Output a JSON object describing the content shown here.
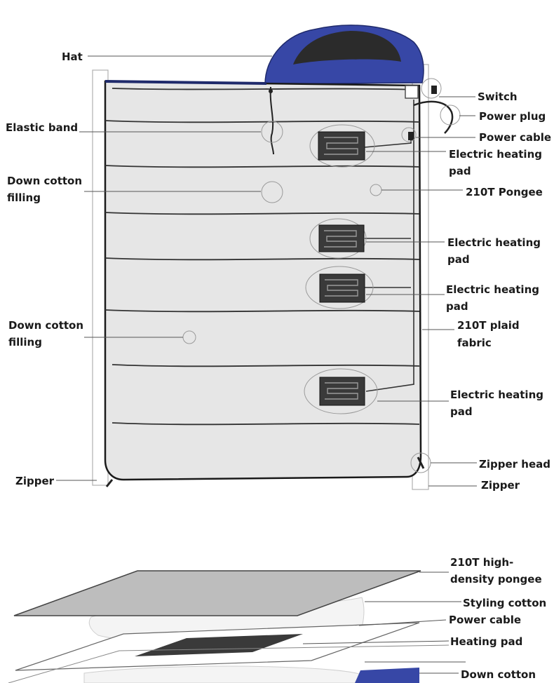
{
  "diagram_a": {
    "labels": {
      "hat": "Hat",
      "elastic_band": "Elastic band",
      "down_filling_1_l1": "Down cotton",
      "down_filling_1_l2": "filling",
      "down_filling_2_l1": "Down cotton",
      "down_filling_2_l2": "filling",
      "zipper_left": "Zipper",
      "switch": "Switch",
      "power_plug": "Power plug",
      "power_cable": "Power cable",
      "heating_pad_1_l1": "Electric heating",
      "heating_pad_1_l2": "pad",
      "pongee": "210T Pongee",
      "heating_pad_2_l1": "Electric heating",
      "heating_pad_2_l2": "pad",
      "heating_pad_3_l1": "Electric heating",
      "heating_pad_3_l2": "pad",
      "plaid_l1": "210T plaid",
      "plaid_l2": "fabric",
      "heating_pad_4_l1": "Electric heating",
      "heating_pad_4_l2": "pad",
      "zipper_head": "Zipper head",
      "zipper_right": "Zipper"
    }
  },
  "diagram_b": {
    "labels": {
      "pongee_l1": "210T high-",
      "pongee_l2": "density pongee",
      "styling_cotton": "Styling cotton",
      "power_cable": "Power cable",
      "heating_pad": "Heating pad",
      "down_cotton": "Down cotton"
    }
  },
  "colors": {
    "bag_fill": "#e6e6e6",
    "hat_blue": "#3747a6",
    "hat_dark": "#2b2b2b",
    "pad_dark": "#3a3a3a",
    "sheet_gray": "#bdbdbd"
  }
}
